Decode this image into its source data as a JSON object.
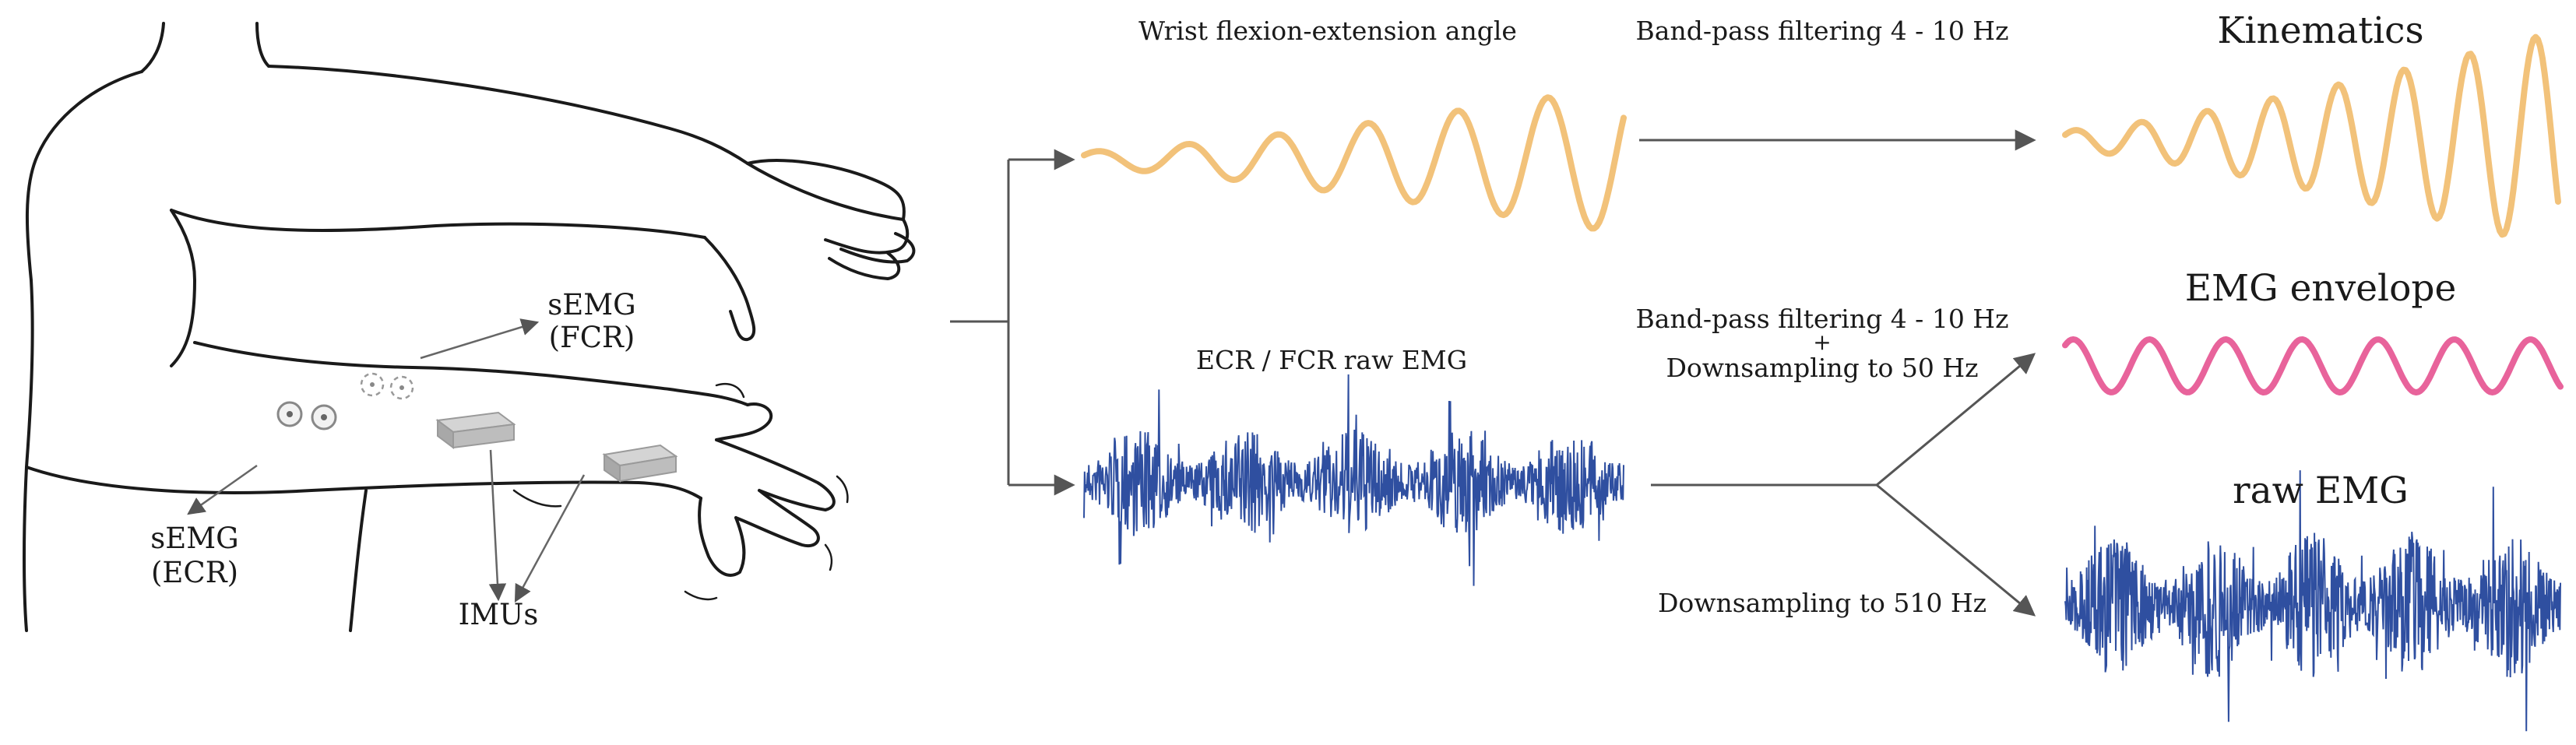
{
  "labels": {
    "wrist_angle": "Wrist flexion-extension angle",
    "filter_top": "Band-pass filtering 4 - 10 Hz",
    "kinematics": "Kinematics",
    "emg_envelope": "EMG envelope",
    "raw_emg_title": "raw EMG",
    "raw_emg_input": "ECR / FCR raw EMG",
    "filter_mid_line1": "Band-pass filtering 4 - 10 Hz",
    "filter_mid_plus": "+",
    "filter_mid_line2": "Downsampling to 50 Hz",
    "downsample": "Downsampling to 510 Hz",
    "semg_fcr_line1": "sEMG",
    "semg_fcr_line2": "(FCR)",
    "semg_ecr_line1": "sEMG",
    "semg_ecr_line2": "(ECR)",
    "imus": "IMUs"
  },
  "colors": {
    "kinematics_trace": "#f2c27a",
    "envelope_trace": "#e8639b",
    "emg_trace": "#2f4fa0",
    "arrow": "#555555",
    "outline": "#1a1a1a"
  }
}
